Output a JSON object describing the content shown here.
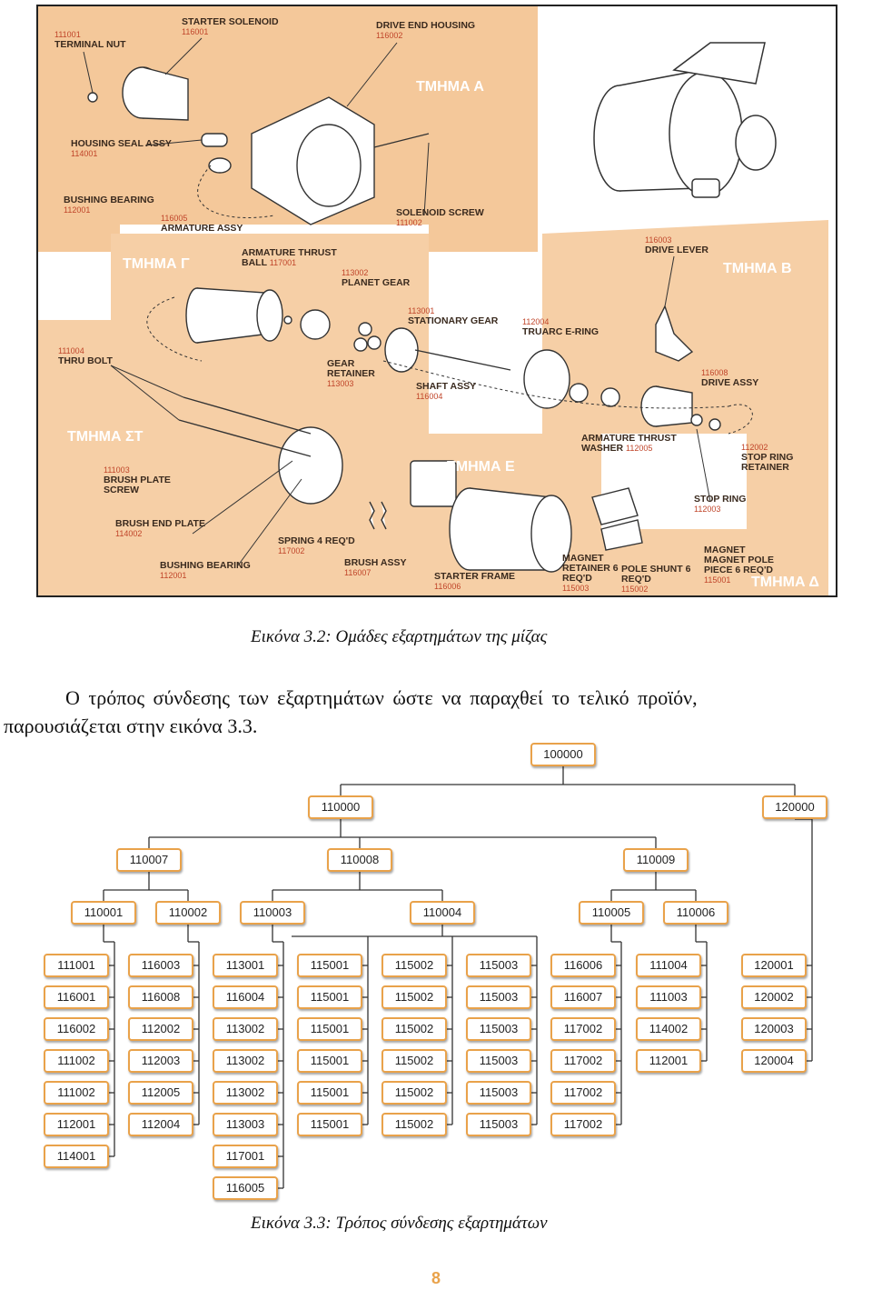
{
  "figure1": {
    "sections": {
      "a": "ΤΜΗΜΑ Α",
      "b": "ΤΜΗΜΑ Β",
      "g": "ΤΜΗΜΑ Γ",
      "d": "ΤΜΗΜΑ Δ",
      "e": "ΤΜΗΜΑ Ε",
      "st": "ΤΜΗΜΑ ΣΤ"
    },
    "labels": [
      {
        "id": "terminal-nut",
        "code": "111001",
        "name": "TERMINAL NUT"
      },
      {
        "id": "starter-solenoid",
        "name": "STARTER SOLENOID",
        "code": "116001"
      },
      {
        "id": "drive-end-housing",
        "name": "DRIVE END HOUSING",
        "code": "116002"
      },
      {
        "id": "housing-seal",
        "name": "HOUSING SEAL ASSY",
        "code": "114001"
      },
      {
        "id": "bushing-bearing-1",
        "name": "BUSHING BEARING",
        "code": "112001"
      },
      {
        "id": "armature-assy",
        "code": "116005",
        "name": "ARMATURE ASSY"
      },
      {
        "id": "solenoid-screw",
        "name": "SOLENOID SCREW",
        "code": "111002"
      },
      {
        "id": "armature-thrust-ball",
        "name": "ARMATURE THRUST BALL",
        "code": "117001"
      },
      {
        "id": "planet-gear",
        "code": "113002",
        "name": "PLANET GEAR"
      },
      {
        "id": "drive-lever",
        "code": "116003",
        "name": "DRIVE LEVER"
      },
      {
        "id": "stationary-gear",
        "code": "113001",
        "name": "STATIONARY GEAR"
      },
      {
        "id": "truarc-ering",
        "code": "112004",
        "name": "TRUARC E-RING"
      },
      {
        "id": "thru-bolt",
        "code": "111004",
        "name": "THRU BOLT"
      },
      {
        "id": "gear-retainer",
        "name": "GEAR RETAINER",
        "code": "113003"
      },
      {
        "id": "shaft-assy",
        "name": "SHAFT ASSY",
        "code": "116004"
      },
      {
        "id": "drive-assy",
        "code": "116008",
        "name": "DRIVE ASSY"
      },
      {
        "id": "armature-thrust-washer",
        "name": "ARMATURE THRUST WASHER",
        "code": "112005"
      },
      {
        "id": "stop-ring-retainer",
        "code": "112002",
        "name": "STOP RING RETAINER"
      },
      {
        "id": "brush-plate-screw",
        "code": "111003",
        "name": "BRUSH PLATE SCREW"
      },
      {
        "id": "stop-ring",
        "name": "STOP RING",
        "code": "112003"
      },
      {
        "id": "brush-end-plate",
        "name": "BRUSH END PLATE",
        "code": "114002"
      },
      {
        "id": "spring",
        "name": "SPRING 4 REQ'D",
        "code": "117002"
      },
      {
        "id": "magnet",
        "name": "MAGNET",
        "code": ""
      },
      {
        "id": "magnet-pole-piece",
        "name": "MAGNET POLE PIECE 6 REQ'D",
        "code": "115001"
      },
      {
        "id": "magnet-retainer",
        "name": "MAGNET RETAINER 6 REQ'D",
        "code": "115003"
      },
      {
        "id": "pole-shunt",
        "name": "POLE SHUNT 6 REQ'D",
        "code": "115002"
      },
      {
        "id": "bushing-bearing-2",
        "name": "BUSHING BEARING",
        "code": "112001"
      },
      {
        "id": "brush-assy",
        "name": "BRUSH ASSY",
        "code": "116007"
      },
      {
        "id": "starter-frame",
        "name": "STARTER FRAME",
        "code": "116006"
      }
    ]
  },
  "caption1": "Εικόνα 3.2: Ομάδες εξαρτημάτων της μίζας",
  "paragraph": {
    "line1": "Ο τρόπος σύνδεσης των εξαρτημάτων ώστε να παραχθεί το τελικό προϊόν,",
    "line2": "παρουσιάζεται στην εικόνα 3.3."
  },
  "tree": {
    "root": "100000",
    "level1": [
      "110000",
      "120000"
    ],
    "level2": [
      "110007",
      "110008",
      "110009"
    ],
    "level3": [
      "110001",
      "110002",
      "110003",
      "110004",
      "110005",
      "110006"
    ],
    "leaf_columns": [
      [
        "111001",
        "116001",
        "116002",
        "111002",
        "111002",
        "112001",
        "114001"
      ],
      [
        "116003",
        "116008",
        "112002",
        "112003",
        "112005",
        "112004"
      ],
      [
        "113001",
        "116004",
        "113002",
        "113002",
        "113002",
        "113003",
        "117001",
        "116005"
      ],
      [
        "115001",
        "115001",
        "115001",
        "115001",
        "115001",
        "115001"
      ],
      [
        "115002",
        "115002",
        "115002",
        "115002",
        "115002",
        "115002"
      ],
      [
        "115003",
        "115003",
        "115003",
        "115003",
        "115003",
        "115003"
      ],
      [
        "116006",
        "116007",
        "117002",
        "117002",
        "117002",
        "117002"
      ],
      [
        "111004",
        "111003",
        "114002",
        "112001"
      ],
      [
        "120001",
        "120002",
        "120003",
        "120004"
      ]
    ]
  },
  "caption2": "Εικόνα 3.3: Τρόπος σύνδεσης εξαρτημάτων",
  "page_number": "8"
}
